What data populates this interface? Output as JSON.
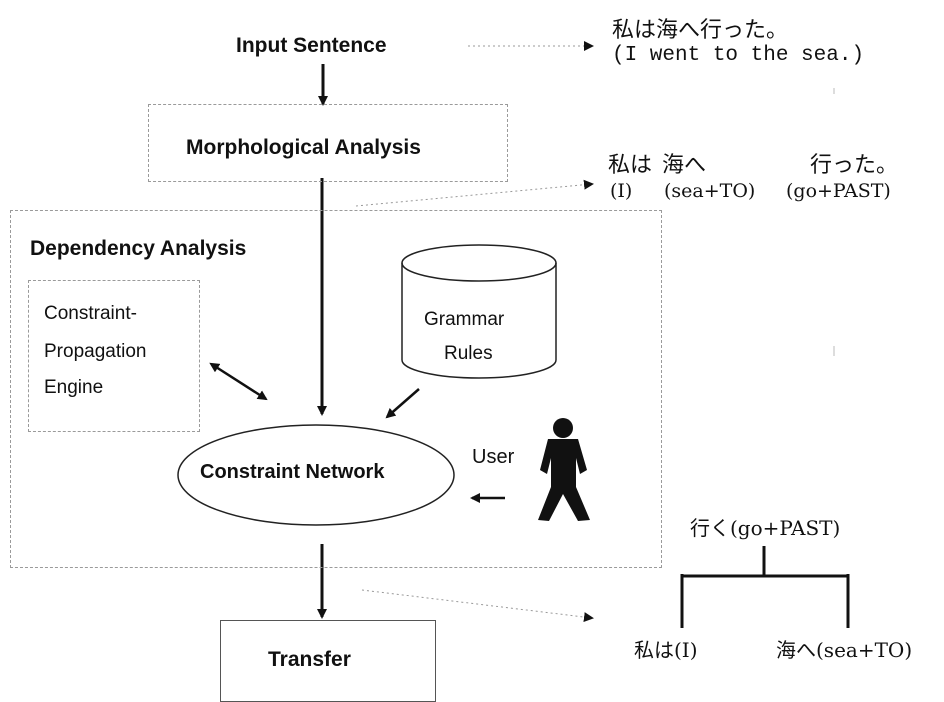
{
  "pipeline": {
    "input_sentence": "Input Sentence",
    "morphological_analysis": "Morphological Analysis",
    "dependency_analysis": "Dependency Analysis",
    "transfer": "Transfer"
  },
  "modules": {
    "engine_line1": "Constraint-",
    "engine_line2": "Propagation",
    "engine_line3": "Engine",
    "grammar_line1": "Grammar",
    "grammar_line2": "Rules",
    "network": "Constraint Network",
    "user": "User"
  },
  "examples": {
    "sentence_jp": "私は海へ行った。",
    "sentence_en": "(I went to the sea.)",
    "morph_jp": [
      "私は",
      "海へ",
      "行った。"
    ],
    "morph_gloss": [
      "(I)",
      "(sea+TO)",
      "(go+PAST)"
    ],
    "tree_root": "行く(go+PAST)",
    "tree_left": "私は(I)",
    "tree_right": "海へ(sea+TO)"
  },
  "icons": {
    "user": "person-silhouette-icon"
  }
}
